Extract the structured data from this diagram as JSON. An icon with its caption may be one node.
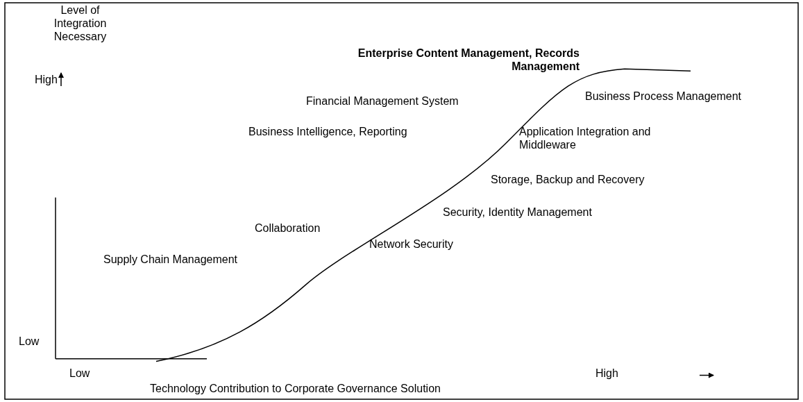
{
  "diagram": {
    "labels": [
      "Level of Integration Necessary",
      "Enterprise Content Management, Records Management",
      "High",
      "Business Process Management",
      "Financial Management System",
      "Business Intelligence, Reporting",
      "Application Integration and Middleware",
      "Storage, Backup and Recovery",
      "Security, Identity Management",
      "Collaboration",
      "Network Security",
      "Supply Chain Management",
      "Low",
      "Low",
      "High",
      "Technology Contribution to Corporate Governance Solution"
    ]
  }
}
